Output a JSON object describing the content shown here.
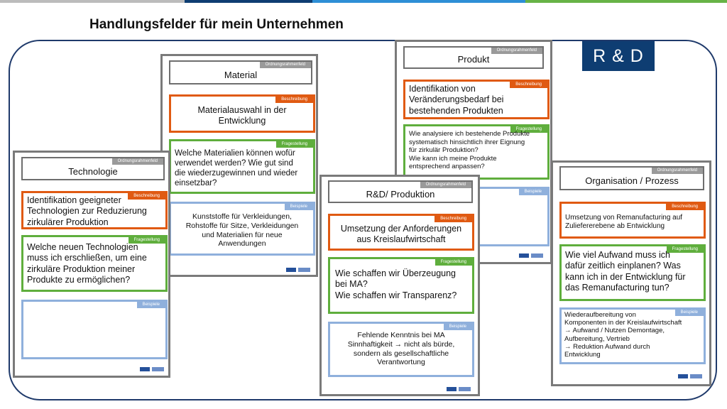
{
  "page_title": "Handlungsfelder für mein Unternehmen",
  "brand_box": "R & D",
  "colors": {
    "accent_orange": "#e05a12",
    "accent_green": "#5fae3d",
    "accent_blue": "#8fb0dc",
    "navy": "#0e3d72",
    "gray_border": "#7a7a7a"
  },
  "tags": {
    "framework": "Ordnungsrahmenfeld",
    "description": "Beschreibung",
    "question": "Fragestellung",
    "examples": "Beispiele"
  },
  "cards": {
    "technologie": {
      "title": "Technologie",
      "description": "Identifikation geeigneter\nTechnologien zur Reduzierung\nzirkulärer Produktion",
      "question": "Welche neuen Technologien\nmuss ich erschließen, um eine\nzirkuläre Produktion meiner\nProdukte zu ermöglichen?",
      "examples": ""
    },
    "material": {
      "title": "Material",
      "description": "Materialauswahl in der\nEntwicklung",
      "question": "Welche Materialien können wofür\nverwendet werden? Wie gut sind\ndie wiederzugewinnen und wieder\neinsetzbar?",
      "examples": "Kunststoffe für Verkleidungen,\nRohstoffe für Sitze, Verkleidungen\nund Materialien für neue\nAnwendungen"
    },
    "produkt": {
      "title": "Produkt",
      "description": "Identifikation von\nVeränderungsbedarf bei\nbestehenden Produkten",
      "question": "Wie analysiere ich bestehende Produkte\nsystematisch hinsichtlich ihrer Eignung\nfür zirkulär Produktion?\nWie kann ich meine Produkte\nentsprechend anpassen?",
      "examples": ""
    },
    "rd_produktion": {
      "title": "R&D/ Produktion",
      "description": "Umsetzung der Anforderungen\naus Kreislaufwirtschaft",
      "question": "Wie schaffen wir Überzeugung\nbei MA?\nWie schaffen wir Transparenz?",
      "examples": "Fehlende Kenntnis bei MA\nSinnhaftigkeit → nicht als bürde,\nsondern als gesellschaftliche\nVerantwortung"
    },
    "organisation": {
      "title": "Organisation / Prozess",
      "description": "Umsetzung von Remanufacturing auf\nZuliefererebene ab Entwicklung",
      "question": "Wie viel Aufwand muss ich\ndafür zeitlich einplanen? Was\nkann ich in der Entwicklung für\ndas Remanufacturing tun?",
      "examples": "Wiederaufbereitung von\nKomponenten in der Kreislaufwirtschaft\n→ Aufwand / Nutzen Demontage,\nAufbereitung, Vertrieb\n→ Reduktion Aufwand durch\nEntwicklung"
    }
  }
}
